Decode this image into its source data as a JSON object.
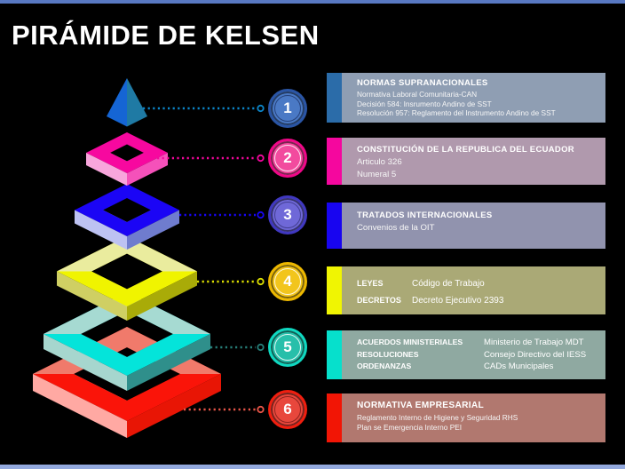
{
  "page": {
    "title": "PIRÁMIDE DE KELSEN",
    "background": "#000000",
    "top_border_color": "#5878C2",
    "bottom_border_color": "#93A9DE"
  },
  "levels": [
    {
      "number": "1",
      "panel": {
        "title": "NORMAS SUPRANACIONALES",
        "lines": [
          "Normativa Laboral Comunitaria-CAN",
          "Decisión 584: Insrumento Andino de SST",
          "Resolución 957: Reglamento del Instrumento Andino de SST"
        ],
        "bg": "#8F9EB3",
        "accent": "#2B6CA9"
      },
      "circle": {
        "fill": "#4A79C5",
        "ring": "#2A55A5",
        "inner_ring": "rgba(10,20,60,0.55)"
      },
      "connector": "#0C85C8",
      "shape": {
        "kind": "pyramid",
        "left": "#1565D4",
        "right": "#1F7AA4"
      }
    },
    {
      "number": "2",
      "panel": {
        "title": "CONSTITUCIÓN DE LA REPUBLICA DEL ECUADOR",
        "lines": [
          "Articulo 326",
          "Numeral 5"
        ],
        "bg": "#B099AD",
        "accent": "#F5079E"
      },
      "circle": {
        "fill": "#F24B9E",
        "ring": "#F00788",
        "inner_ring": "rgba(255,255,255,0.85)"
      },
      "connector": "#F5079E",
      "shape": {
        "kind": "frame",
        "top": "#F7089F",
        "back": "#F7089F",
        "left": "#F8A6DC",
        "right": "#F551BA"
      }
    },
    {
      "number": "3",
      "panel": {
        "title": "TRATADOS INTERNACIONALES",
        "lines": [
          "Convenios de la OIT"
        ],
        "bg": "#9193AE",
        "accent": "#1805F0"
      },
      "circle": {
        "fill": "#6F68D8",
        "ring": "#4038C0",
        "inner_ring": "rgba(10,10,60,0.45)"
      },
      "connector": "#1805F5",
      "shape": {
        "kind": "frame",
        "top": "#1B05F5",
        "back": "#1B05F5",
        "left": "#BDC2F2",
        "right": "#6F7CCE"
      }
    },
    {
      "number": "4",
      "panel": {
        "rows": [
          {
            "label": "LEYES",
            "value": "Código de Trabajo"
          },
          {
            "label": "DECRETOS",
            "value": "Decreto Ejecutivo 2393"
          }
        ],
        "bg": "#AAA976",
        "accent": "#F0F502"
      },
      "circle": {
        "fill": "#F2C51C",
        "ring": "#EDB800",
        "inner_ring": "rgba(255,255,255,0.85)"
      },
      "connector": "#DDE000",
      "shape": {
        "kind": "frame",
        "top": "#F0F400",
        "back": "#EAEC9E",
        "left": "#CFCF63",
        "right": "#A9AB08"
      }
    },
    {
      "number": "5",
      "panel": {
        "rows": [
          {
            "label": "ACUERDOS MINISTERIALES",
            "value": "Ministerio de Trabajo MDT"
          },
          {
            "label": "RESOLUCIONES",
            "value": "Consejo Directivo del IESS"
          },
          {
            "label": "ORDENANZAS",
            "value": "CADs Municipales"
          }
        ],
        "bg": "#8FA9A1",
        "accent": "#06E0CC"
      },
      "circle": {
        "fill": "#27BFAA",
        "ring": "#0FD8C0",
        "inner_ring": "rgba(255,255,255,0.85)"
      },
      "connector": "#267E78",
      "shape": {
        "kind": "frame",
        "top": "#04E4DA",
        "back": "#A6DAD2",
        "left": "#A6D6CE",
        "right": "#2F8F8B"
      }
    },
    {
      "number": "6",
      "panel": {
        "title": "NORMATIVA EMPRESARIAL",
        "lines": [
          "Reglamento Interno de Higiene y Seguridad RHS",
          "Plan se Emergencia Interno PEI"
        ],
        "bg": "#B1786F",
        "accent": "#F21505"
      },
      "circle": {
        "fill": "#E8473C",
        "ring": "#F01E0F",
        "inner_ring": "rgba(60,0,0,0.5)"
      },
      "connector": "#E85548",
      "shape": {
        "kind": "frame",
        "top": "#FA1409",
        "back": "#F07A6B",
        "left": "#FFA9A3",
        "right": "#E81505"
      }
    }
  ]
}
